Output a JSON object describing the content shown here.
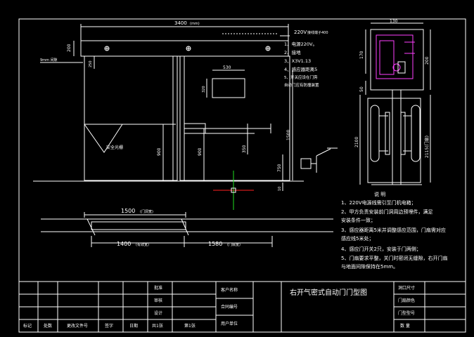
{
  "colors": {
    "background": "#000000",
    "line": "#ffffff",
    "cursor_red": "#ff2020",
    "cursor_green": "#20e020",
    "side_magenta": "#ff40ff"
  },
  "front_view": {
    "total_width": "3400",
    "total_width_note": "(mm)",
    "power_note": "220V",
    "power_note_suffix": "接线端子400",
    "top_height": "200",
    "gap_small": "250",
    "gap_label": "9mm 间隙",
    "window_width": "530",
    "window_height": "320",
    "height_1500": "1500",
    "height_900_left": "900",
    "height_900_right": "900",
    "height_350": "350",
    "height_750": "750",
    "floor_10": "10",
    "safety_label": "安全光栅"
  },
  "annotations": {
    "items": [
      "1、电源220V。",
      "2、接地",
      "3、X3V1.13",
      "4、感应器距离5",
      "5、开关应设在门旁",
      "自动门应有防撞装置"
    ]
  },
  "plan_view": {
    "dim_1500": "1500",
    "dim_1500_note": "(门洞宽)",
    "dim_1400": "1400",
    "dim_1400_note": "(有效宽)",
    "dim_1580": "1580",
    "dim_1580_note": "(门扇宽)"
  },
  "side_view": {
    "top_width": "130",
    "dim_170": "170",
    "dim_200": "200",
    "dim_50": "50",
    "dim_2100": "2100",
    "dim_2115": "2115(门扇)"
  },
  "notes": {
    "title": "说  明",
    "items": [
      "1、220V电源线需引至门机电箱；",
      "2、甲方负责安装前门洞周边预埋件，满足",
      "   安装条件一致；",
      "3、感应器距离5米并调整感应范围，门扇需对应",
      "   感应线5米处；",
      "4、感应门开关2只，安装于门两侧；",
      "5、门扇要求平整，关门时密闭无缝隙，右开门扇",
      "   与地面间隙保持在5mm。"
    ]
  },
  "title_block": {
    "drawing_title": "右开气密式自动门门型图",
    "approve": "批准",
    "check": "审核",
    "design": "设计",
    "customer": "客户名称",
    "project_no": "合同编号",
    "user_unit": "用户单位",
    "door_size": "洞口尺寸",
    "door_color": "门扇颜色",
    "door_model": "门型型号",
    "quantity": "数  量",
    "bottom_row": [
      "标记",
      "处数",
      "更改文件号",
      "签字",
      "日期",
      "共1张",
      "第1张"
    ]
  }
}
